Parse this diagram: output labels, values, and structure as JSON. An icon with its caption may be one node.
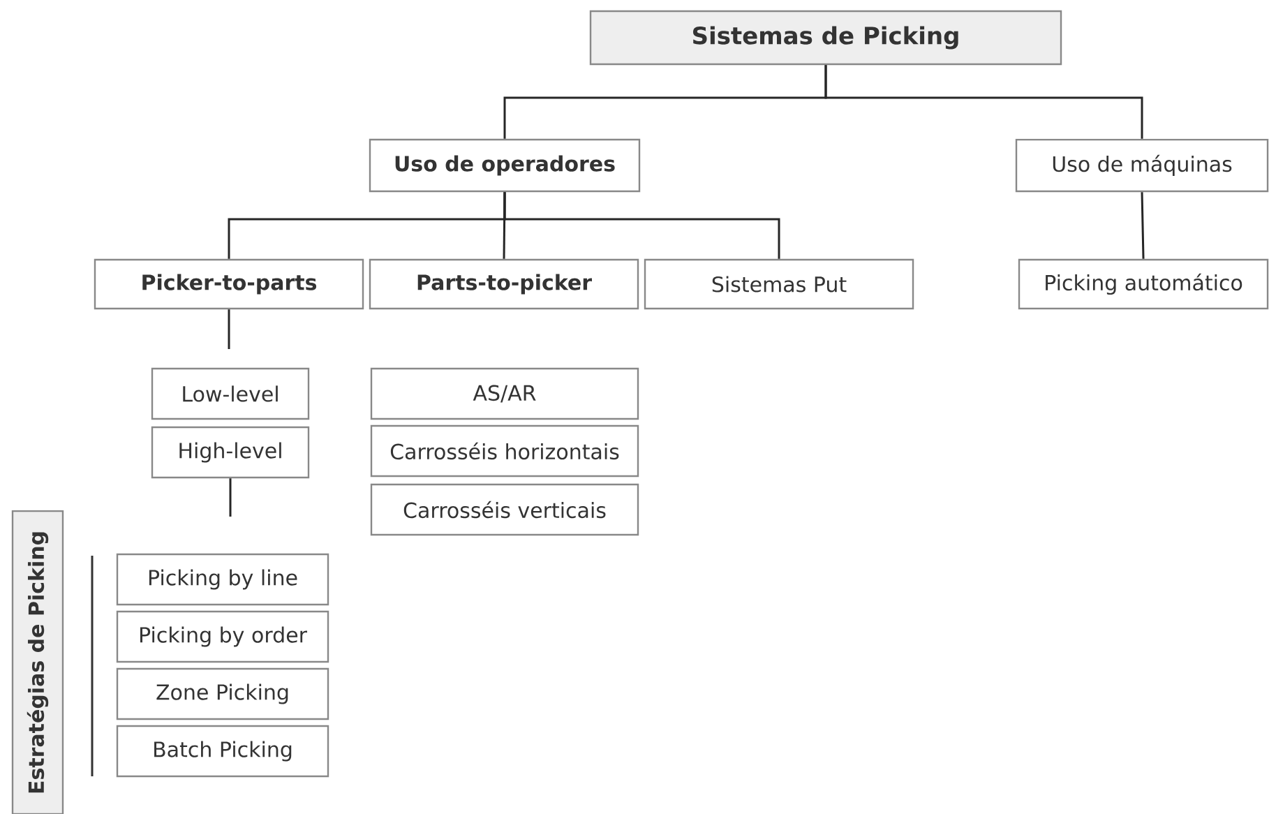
{
  "diagram": {
    "nodes": [
      {
        "text": [
          "Sistemas de Picking"
        ]
      },
      {
        "text": [
          "Uso de operadores"
        ]
      },
      {
        "text": [
          "Uso de máquinas"
        ]
      },
      {
        "text": [
          "Picker-to-parts"
        ]
      },
      {
        "text": [
          "Parts-to-picker"
        ]
      },
      {
        "text": [
          "Sistemas Put"
        ]
      },
      {
        "text": [
          "Picking automático"
        ]
      },
      {
        "text": [
          "Low-level"
        ]
      },
      {
        "text": [
          "High-level"
        ]
      },
      {
        "text": [
          "AS/AR"
        ]
      },
      {
        "text": [
          "Carrosséis horizontais"
        ]
      },
      {
        "text": [
          "Carrosséis verticais"
        ]
      },
      {
        "text": [
          "Estratégias de Picking"
        ]
      },
      {
        "text": [
          "Picking by line"
        ]
      },
      {
        "text": [
          "Picking by order"
        ]
      },
      {
        "text": [
          "Zone Picking"
        ]
      },
      {
        "text": [
          "Batch Picking"
        ]
      }
    ],
    "edges": [
      {
        "from": 0,
        "to": 1,
        "arrow": "none"
      },
      {
        "from": 0,
        "to": 2,
        "arrow": "none"
      },
      {
        "from": 1,
        "to": 3,
        "arrow": "none"
      },
      {
        "from": 1,
        "to": 4,
        "arrow": "none"
      },
      {
        "from": 1,
        "to": 5,
        "arrow": "none"
      },
      {
        "from": 2,
        "to": 6,
        "arrow": "none"
      },
      {
        "from": 3,
        "to": null,
        "arrow": "none"
      },
      {
        "from": 8,
        "to": null,
        "arrow": "none"
      }
    ]
  }
}
